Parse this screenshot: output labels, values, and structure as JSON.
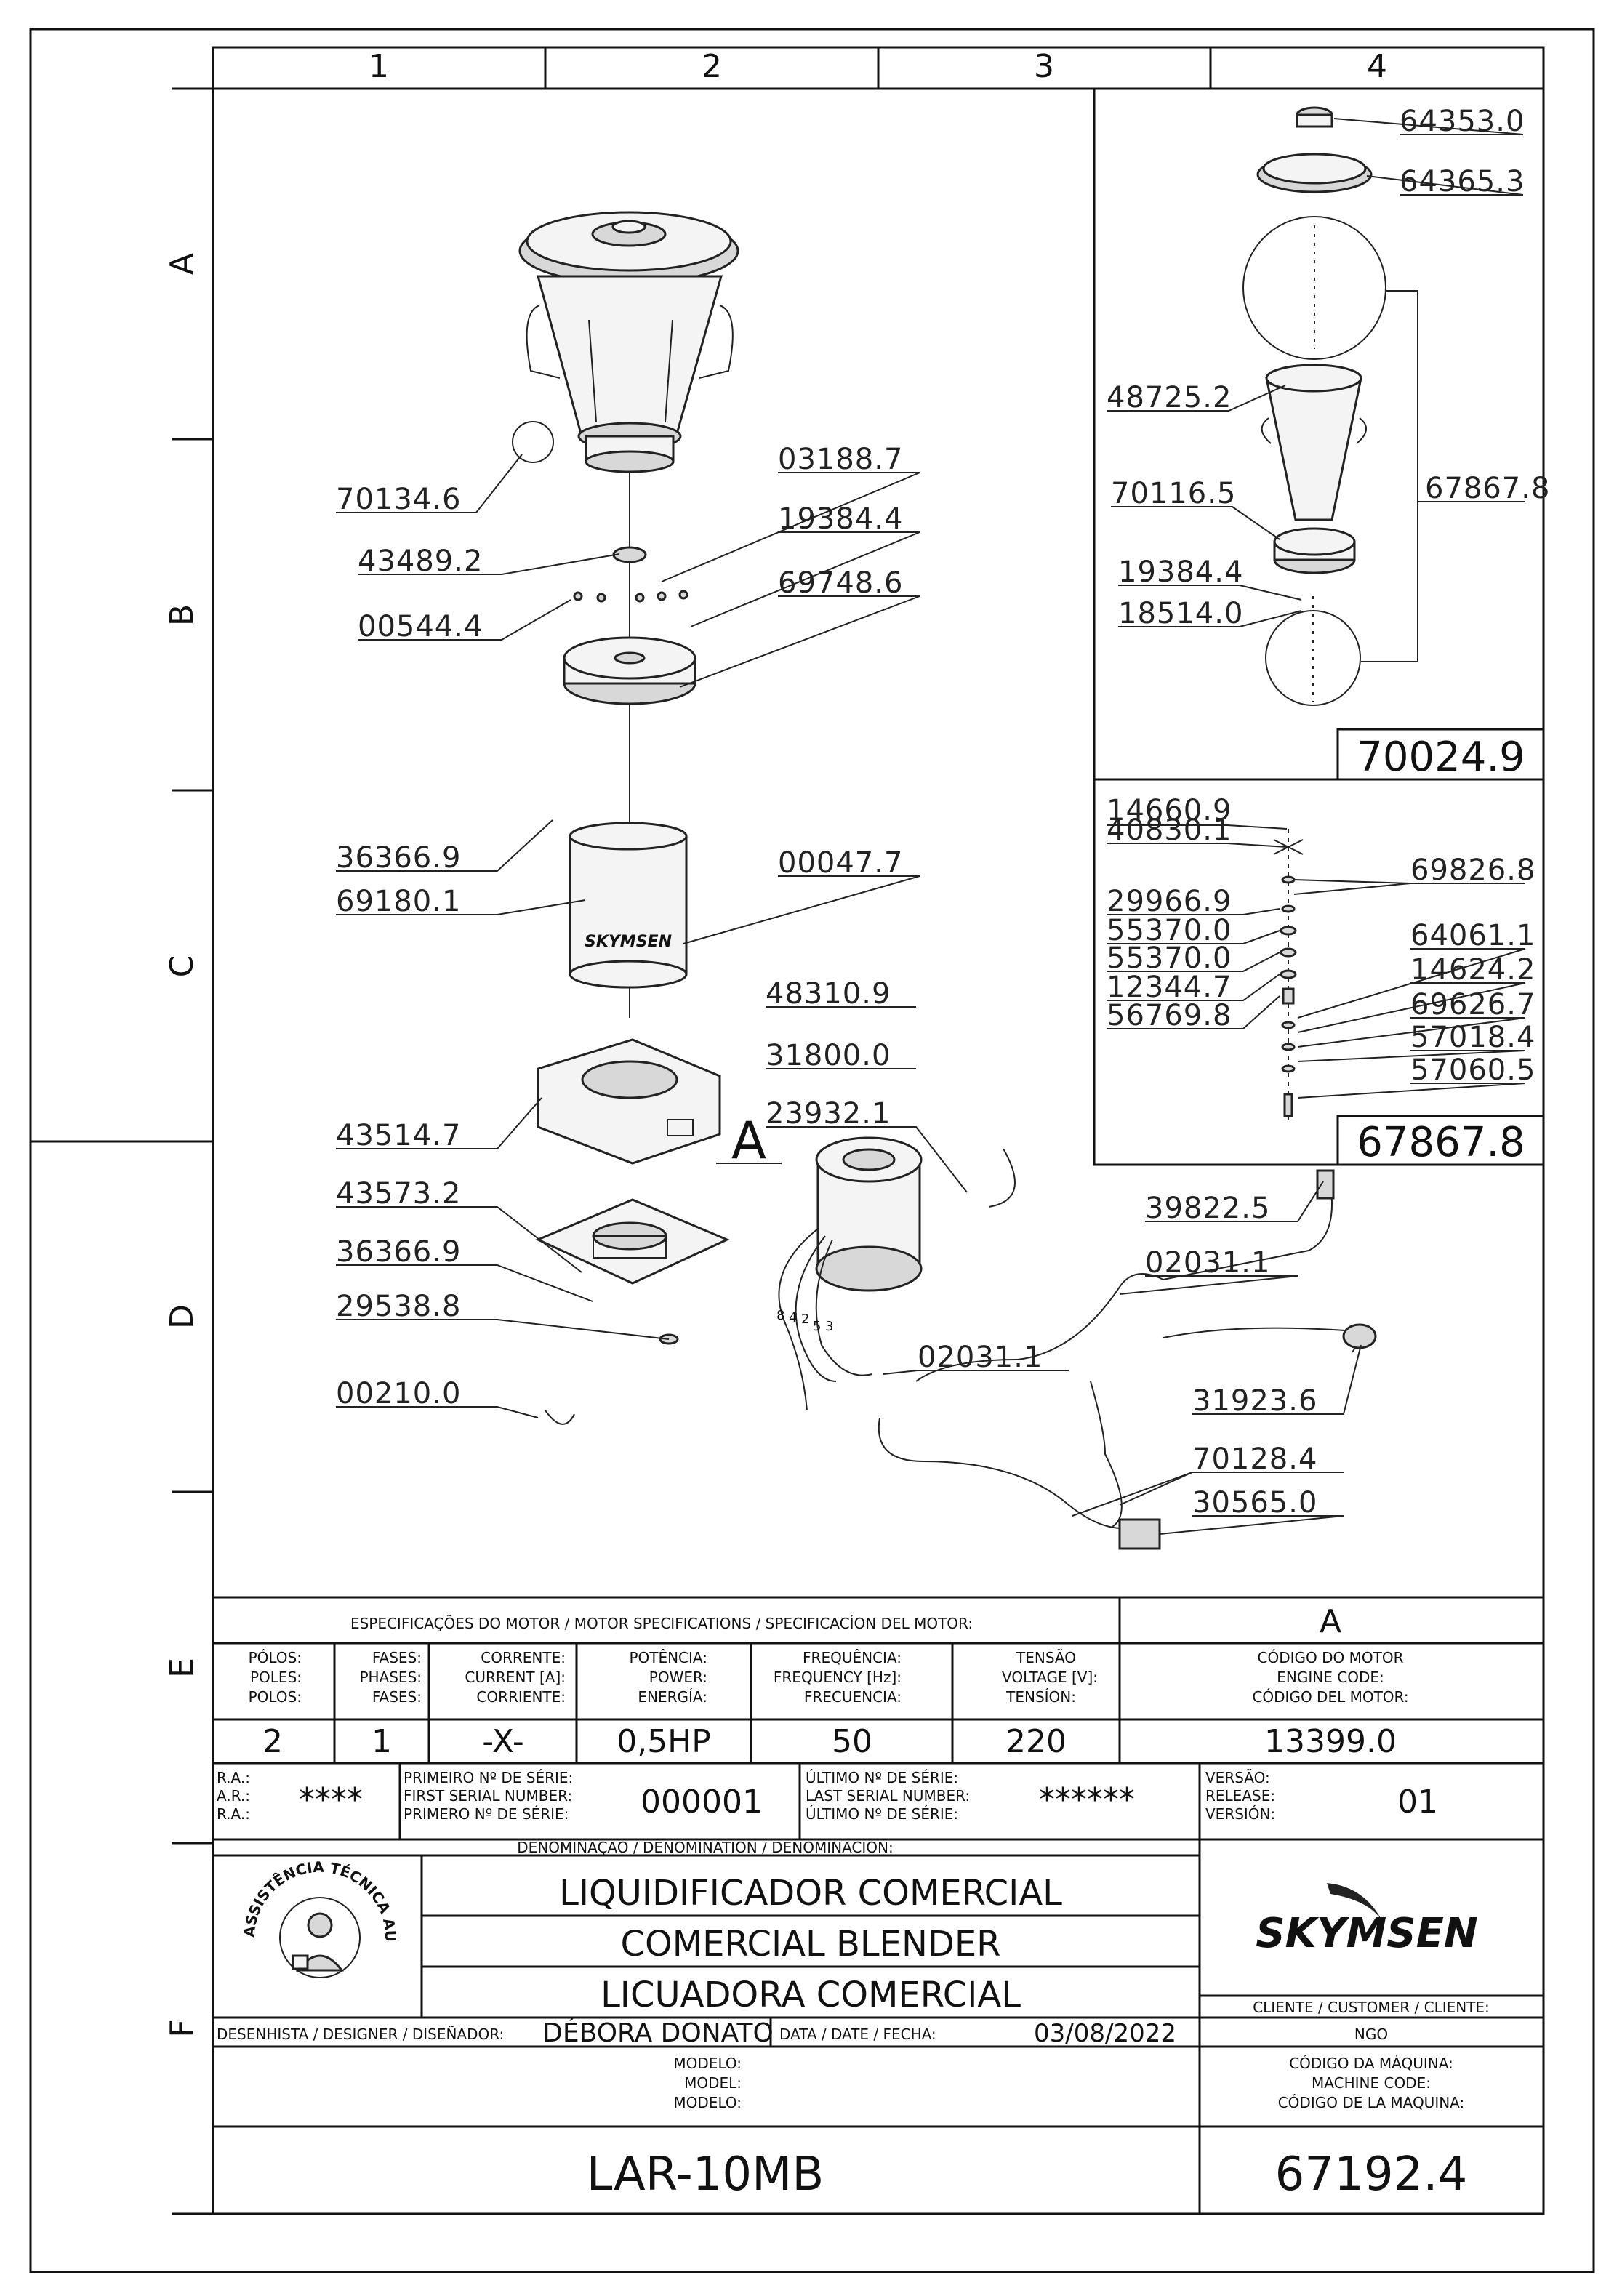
{
  "grid": {
    "columns": [
      "1",
      "2",
      "3",
      "4"
    ],
    "rows": [
      "A",
      "B",
      "C",
      "D",
      "E",
      "F"
    ]
  },
  "parts_main": {
    "p70134_6": "70134.6",
    "p43489_2": "43489.2",
    "p00544_4": "00544.4",
    "p03188_7": "03188.7",
    "p19384_4": "19384.4",
    "p69748_6": "69748.6",
    "p36366_9a": "36366.9",
    "p69180_1": "69180.1",
    "p00047_7": "00047.7",
    "p48310_9": "48310.9",
    "p31800_0": "31800.0",
    "p23932_1": "23932.1",
    "p43514_7": "43514.7",
    "p43573_2": "43573.2",
    "p36366_9b": "36366.9",
    "p29538_8": "29538.8",
    "p00210_0": "00210.0",
    "p39822_5": "39822.5",
    "p02031_1a": "02031.1",
    "p02031_1b": "02031.1",
    "p31923_6": "31923.6",
    "p70128_4": "70128.4",
    "p30565_0": "30565.0",
    "detail_ref": "A"
  },
  "brand_on_housing": "SKYMSEN",
  "wire_numbers": [
    "8",
    "4",
    "2",
    "5",
    "3"
  ],
  "detail_a": {
    "p64353_0": "64353.0",
    "p64365_3": "64365.3",
    "p48725_2": "48725.2",
    "p67867_8": "67867.8",
    "p70116_5": "70116.5",
    "p19384_4": "19384.4",
    "p18514_0": "18514.0",
    "assembly": "70024.9"
  },
  "detail_b": {
    "p14660_9": "14660.9",
    "p40830_1": "40830.1",
    "p69826_8": "69826.8",
    "p29966_9": "29966.9",
    "p55370_0a": "55370.0",
    "p55370_0b": "55370.0",
    "p12344_7": "12344.7",
    "p56769_8": "56769.8",
    "p64061_1": "64061.1",
    "p14624_2": "14624.2",
    "p69626_7": "69626.7",
    "p57018_4": "57018.4",
    "p57060_5": "57060.5",
    "assembly": "67867.8"
  },
  "title_block": {
    "motor_spec_title": "ESPECIFICAÇÕES DO MOTOR / MOTOR SPECIFICATIONS / SPECIFICACÍON DEL MOTOR:",
    "version_letter": "A",
    "poles": [
      "PÓLOS:",
      "POLES:",
      "POLOS:"
    ],
    "phases": [
      "FASES:",
      "PHASES:",
      "FASES:"
    ],
    "current": [
      "CORRENTE:",
      "CURRENT [A]:",
      "CORRIENTE:"
    ],
    "power": [
      "POTÊNCIA:",
      "POWER:",
      "ENERGÍA:"
    ],
    "frequency": [
      "FREQUÊNCIA:",
      "FREQUENCY [Hz]:",
      "FRECUENCIA:"
    ],
    "voltage": [
      "TENSÃO",
      "VOLTAGE [V]:",
      "TENSÍON:"
    ],
    "engine_code": [
      "CÓDIGO DO MOTOR",
      "ENGINE CODE:",
      "CÓDIGO DEL MOTOR:"
    ],
    "poles_val": "2",
    "phases_val": "1",
    "current_val": "-X-",
    "power_val": "0,5HP",
    "frequency_val": "50",
    "voltage_val": "220",
    "engine_code_val": "13399.0",
    "ra": [
      "R.A.:",
      "A.R.:",
      "R.A.:"
    ],
    "ra_val": "****",
    "first_serial": [
      "PRIMEIRO Nº DE SÉRIE:",
      "FIRST SERIAL NUMBER:",
      "PRIMERO Nº DE SÉRIE:"
    ],
    "first_serial_val": "000001",
    "last_serial": [
      "ÚLTIMO Nº DE SÉRIE:",
      "LAST SERIAL NUMBER:",
      "ÚLTIMO Nº DE SÉRIE:"
    ],
    "last_serial_val": "******",
    "release": [
      "VERSÃO:",
      "RELEASE:",
      "VERSIÓN:"
    ],
    "release_val": "01",
    "denomination_label": "DENOMINAÇÃO / DENOMINATION / DENOMINACIÓN:",
    "denomination": [
      "LIQUIDIFICADOR COMERCIAL",
      "COMERCIAL BLENDER",
      "LICUADORA COMERCIAL"
    ],
    "seal_text": "ASSISTÊNCIA TÉCNICA AUTORIZADA",
    "brand": "SKYMSEN",
    "customer_label": "CLIENTE / CUSTOMER / CLIENTE:",
    "customer_val": "NGO",
    "designer_label": "DESENHISTA / DESIGNER / DISEÑADOR:",
    "designer_val": "DÉBORA DONATO",
    "date_label": "DATA / DATE / FECHA:",
    "date_val": "03/08/2022",
    "model_label": [
      "MODELO:",
      "MODEL:",
      "MODELO:"
    ],
    "machine_code_label": [
      "CÓDIGO DA MÁQUINA:",
      "MACHINE CODE:",
      "CÓDIGO DE LA MAQUINA:"
    ],
    "model_val": "LAR-10MB",
    "machine_code_val": "67192.4"
  }
}
